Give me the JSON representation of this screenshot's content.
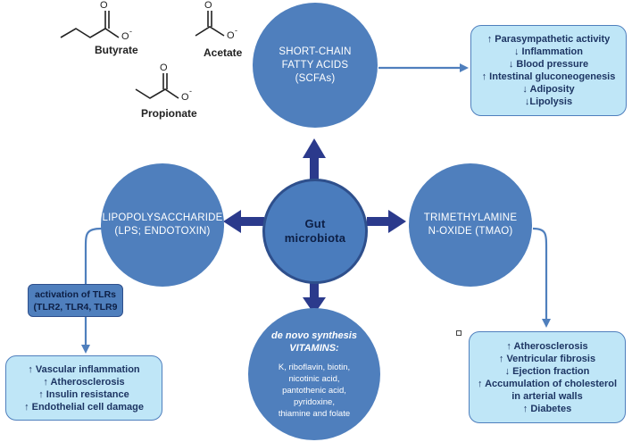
{
  "molecules": {
    "butyrate": "Butyrate",
    "acetate": "Acetate",
    "propionate": "Propionate",
    "oxygen": "O",
    "charge": "-"
  },
  "circles": {
    "scfa": [
      "SHORT-CHAIN",
      "FATTY ACIDS",
      "(SCFAs)"
    ],
    "lps": [
      "LIPOPOLYSACCHARIDE",
      "(LPS; ENDOTOXIN)"
    ],
    "tmao": [
      "TRIMETHYLAMINE",
      "N-OXIDE (TMAO)"
    ],
    "gut": [
      "Gut",
      "microbiota"
    ],
    "vitamins": {
      "line1": "de novo synthesis",
      "line2": "VITAMINS:",
      "list": [
        "K, riboflavin, biotin,",
        "nicotinic acid,",
        "pantothenic acid,",
        "pyridoxine,",
        "thiamine and folate"
      ]
    }
  },
  "boxes": {
    "scfa": [
      "↑ Parasympathetic activity",
      "↓ Inflammation",
      "↓ Blood pressure",
      "↑ Intestinal gluconeogenesis",
      "↓ Adiposity",
      "↓Lipolysis"
    ],
    "lps": [
      "↑ Vascular inflammation",
      "↑ Atherosclerosis",
      "↑ Insulin resistance",
      "↑ Endothelial cell damage"
    ],
    "tmao": [
      "↑ Atherosclerosis",
      "↑ Ventricular fibrosis",
      "↓ Ejection fraction",
      "↑ Accumulation of cholesterol",
      "in arterial walls",
      "↑ Diabetes"
    ],
    "tlr": [
      "activation of TLRs",
      "(TLR2, TLR4, TLR9"
    ]
  },
  "colors": {
    "circle": "#4f7fbd",
    "box_fill": "#bfe6f7",
    "arrow_dark": "#2b3a8c",
    "connector": "#4f7fbd",
    "text_dark": "#1d3563"
  }
}
